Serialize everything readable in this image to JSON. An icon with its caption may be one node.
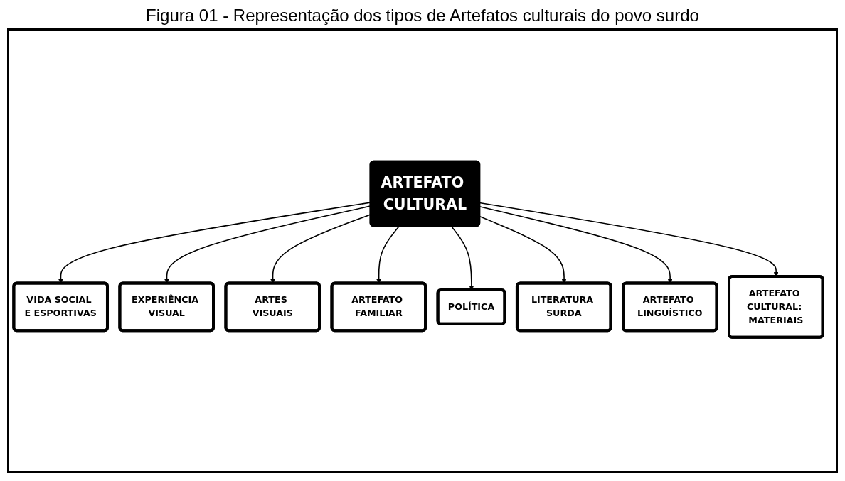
{
  "diagram": {
    "title": "Figura 01 - Representação dos tipos de Artefatos culturais do povo surdo",
    "nodes": [
      {
        "text": [
          "ARTEFATO CULTURAL"
        ]
      },
      {
        "text": [
          "VIDA SOCIAL E ESPORTIVAS"
        ]
      },
      {
        "text": [
          "EXPERIÊNCIA VISUAL"
        ]
      },
      {
        "text": [
          "ARTES VISUAIS"
        ]
      },
      {
        "text": [
          "ARTEFATO FAMILIAR"
        ]
      },
      {
        "text": [
          "POLÍTICA"
        ]
      },
      {
        "text": [
          "LITERATURA SURDA"
        ]
      },
      {
        "text": [
          "ARTEFATO LINGUÍSTICO"
        ]
      },
      {
        "text": [
          "ARTEFATO CULTURAL: MATERIAIS"
        ]
      }
    ],
    "edges": [
      {
        "from": 0,
        "to": 1,
        "arrow": "to"
      },
      {
        "from": 0,
        "to": 2,
        "arrow": "to"
      },
      {
        "from": 0,
        "to": 3,
        "arrow": "to"
      },
      {
        "from": 0,
        "to": 4,
        "arrow": "to"
      },
      {
        "from": 0,
        "to": 5,
        "arrow": "to"
      },
      {
        "from": 0,
        "to": 6,
        "arrow": "to"
      },
      {
        "from": 0,
        "to": 7,
        "arrow": "to"
      },
      {
        "from": 0,
        "to": 8,
        "arrow": "to"
      }
    ]
  }
}
